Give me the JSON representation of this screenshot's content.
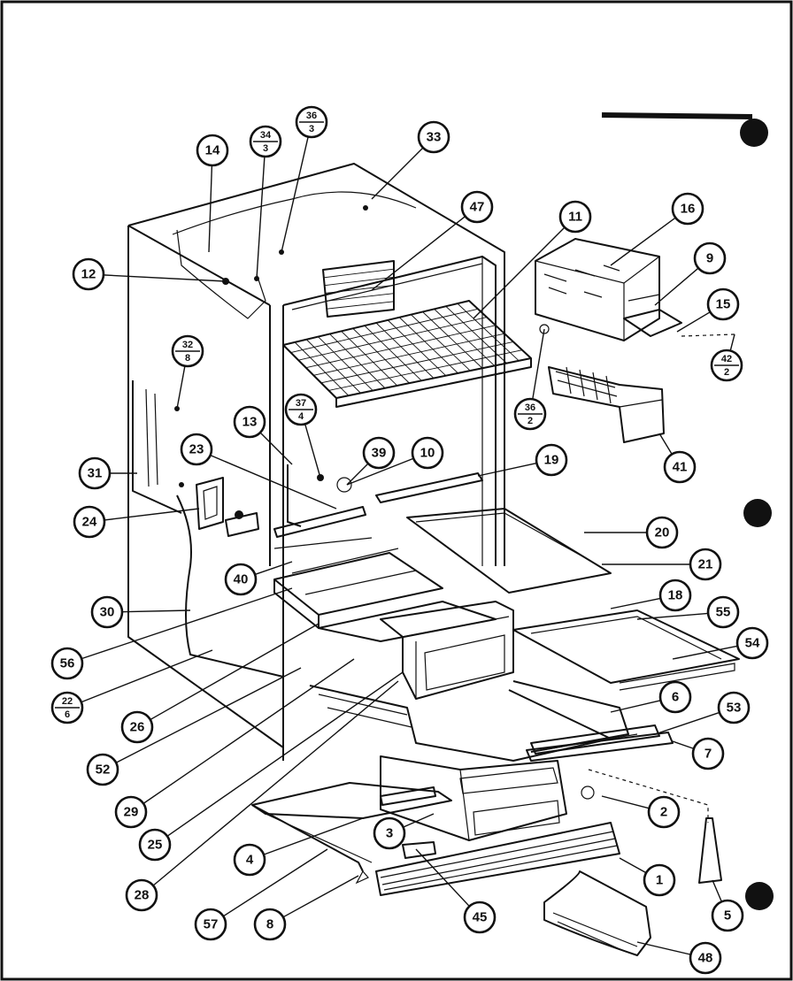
{
  "colors": {
    "ink": "#111111",
    "paper": "#ffffff"
  },
  "callouts": [
    {
      "id": "c1",
      "label": "1"
    },
    {
      "id": "c2",
      "label": "2"
    },
    {
      "id": "c3",
      "label": "3"
    },
    {
      "id": "c4",
      "label": "4"
    },
    {
      "id": "c5",
      "label": "5"
    },
    {
      "id": "c6",
      "label": "6"
    },
    {
      "id": "c7",
      "label": "7"
    },
    {
      "id": "c8",
      "label": "8"
    },
    {
      "id": "c9",
      "label": "9"
    },
    {
      "id": "c10",
      "label": "10"
    },
    {
      "id": "c11",
      "label": "11"
    },
    {
      "id": "c12",
      "label": "12"
    },
    {
      "id": "c13",
      "label": "13"
    },
    {
      "id": "c14",
      "label": "14"
    },
    {
      "id": "c15",
      "label": "15"
    },
    {
      "id": "c16",
      "label": "16"
    },
    {
      "id": "c18",
      "label": "18"
    },
    {
      "id": "c19",
      "label": "19"
    },
    {
      "id": "c20",
      "label": "20"
    },
    {
      "id": "c21",
      "label": "21"
    },
    {
      "id": "c23",
      "label": "23"
    },
    {
      "id": "c24",
      "label": "24"
    },
    {
      "id": "c25",
      "label": "25"
    },
    {
      "id": "c26",
      "label": "26"
    },
    {
      "id": "c28",
      "label": "28"
    },
    {
      "id": "c29",
      "label": "29"
    },
    {
      "id": "c30",
      "label": "30"
    },
    {
      "id": "c31",
      "label": "31"
    },
    {
      "id": "c33",
      "label": "33"
    },
    {
      "id": "c39",
      "label": "39"
    },
    {
      "id": "c40",
      "label": "40"
    },
    {
      "id": "c41",
      "label": "41"
    },
    {
      "id": "c45",
      "label": "45"
    },
    {
      "id": "c47",
      "label": "47"
    },
    {
      "id": "c48",
      "label": "48"
    },
    {
      "id": "c52",
      "label": "52"
    },
    {
      "id": "c53",
      "label": "53"
    },
    {
      "id": "c54",
      "label": "54"
    },
    {
      "id": "c55",
      "label": "55"
    },
    {
      "id": "c56",
      "label": "56"
    },
    {
      "id": "c57",
      "label": "57"
    }
  ],
  "fractions": [
    {
      "id": "f34_3",
      "top": "34",
      "bottom": "3"
    },
    {
      "id": "f36_3",
      "top": "36",
      "bottom": "3"
    },
    {
      "id": "f32_8",
      "top": "32",
      "bottom": "8"
    },
    {
      "id": "f37_4",
      "top": "37",
      "bottom": "4"
    },
    {
      "id": "f36_2",
      "top": "36",
      "bottom": "2"
    },
    {
      "id": "f42_2",
      "top": "42",
      "bottom": "2"
    },
    {
      "id": "f22_6",
      "top": "22",
      "bottom": "6"
    }
  ]
}
